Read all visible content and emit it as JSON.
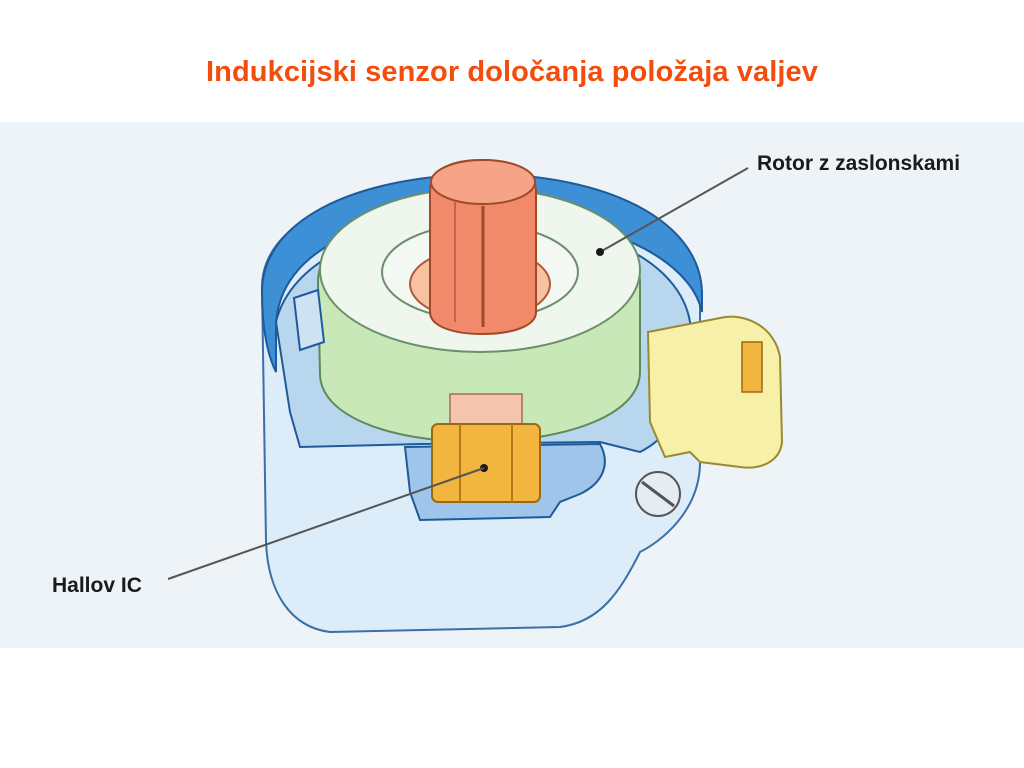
{
  "slide": {
    "title": "Indukcijski senzor določanja položaja valjev"
  },
  "diagram": {
    "labels": {
      "rotor": "Rotor z zaslonskami",
      "hall_ic": "Hallov IC"
    }
  },
  "colors": {
    "title": "#f24d0c",
    "background_panel": "#eef3f7",
    "housing_blue": "#3d8fd6",
    "housing_light": "#dcecf8",
    "rotor_disc": "#eef6ee",
    "rotor_band": "#c9e8b8",
    "shaft": "#f08a6a",
    "hall_ic": "#f2b640",
    "connector": "#f7f0a8"
  }
}
